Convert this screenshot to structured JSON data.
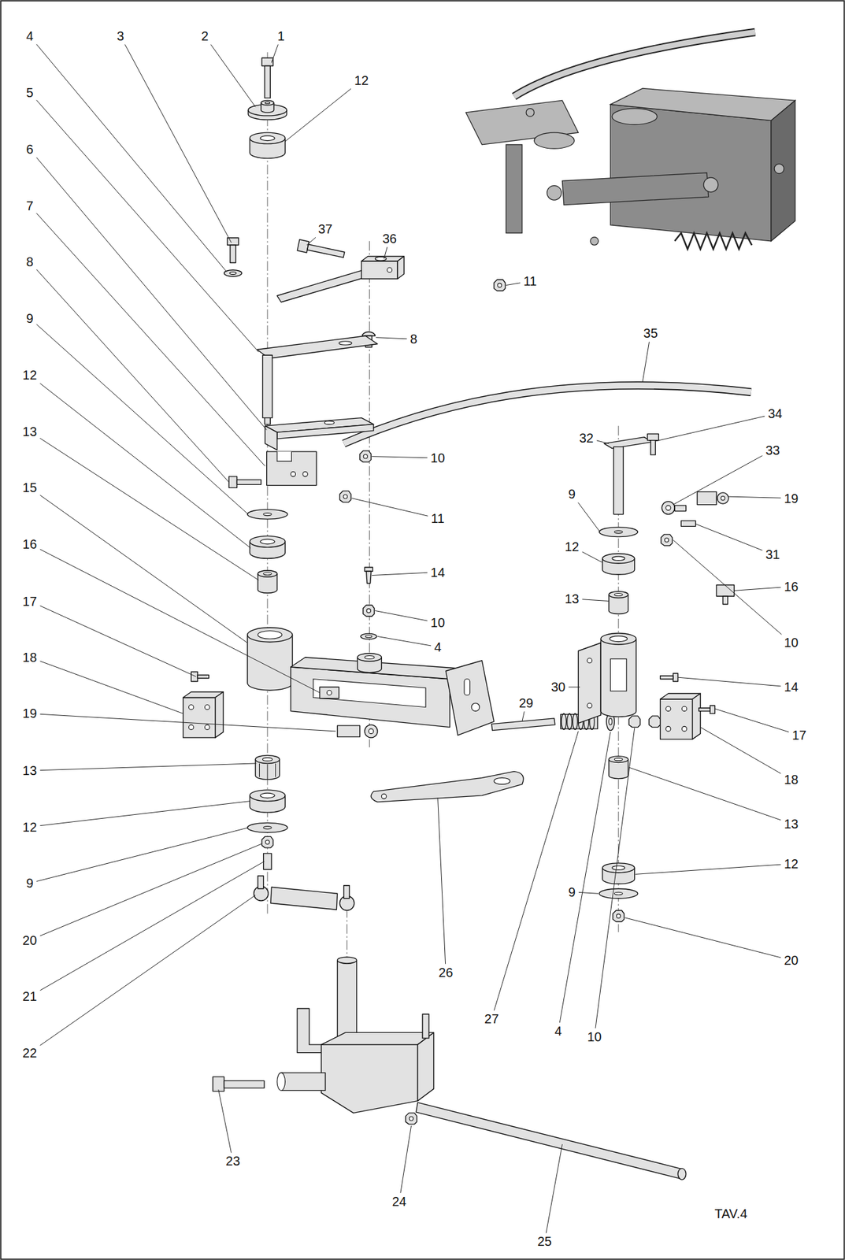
{
  "diagram": {
    "labels": [
      "4",
      "3",
      "2",
      "1",
      "5",
      "12",
      "37",
      "36",
      "11",
      "6",
      "7",
      "8",
      "35",
      "8",
      "34",
      "32",
      "33",
      "9",
      "10",
      "9",
      "19",
      "12",
      "11",
      "12",
      "31",
      "13",
      "14",
      "16",
      "13",
      "15",
      "10",
      "10",
      "4",
      "16",
      "14",
      "30",
      "17",
      "18",
      "19",
      "29",
      "17",
      "13",
      "18",
      "12",
      "13",
      "9",
      "12",
      "20",
      "9",
      "20",
      "26",
      "21",
      "22",
      "27",
      "4",
      "10",
      "23",
      "24",
      "TAV.4",
      "25"
    ]
  }
}
